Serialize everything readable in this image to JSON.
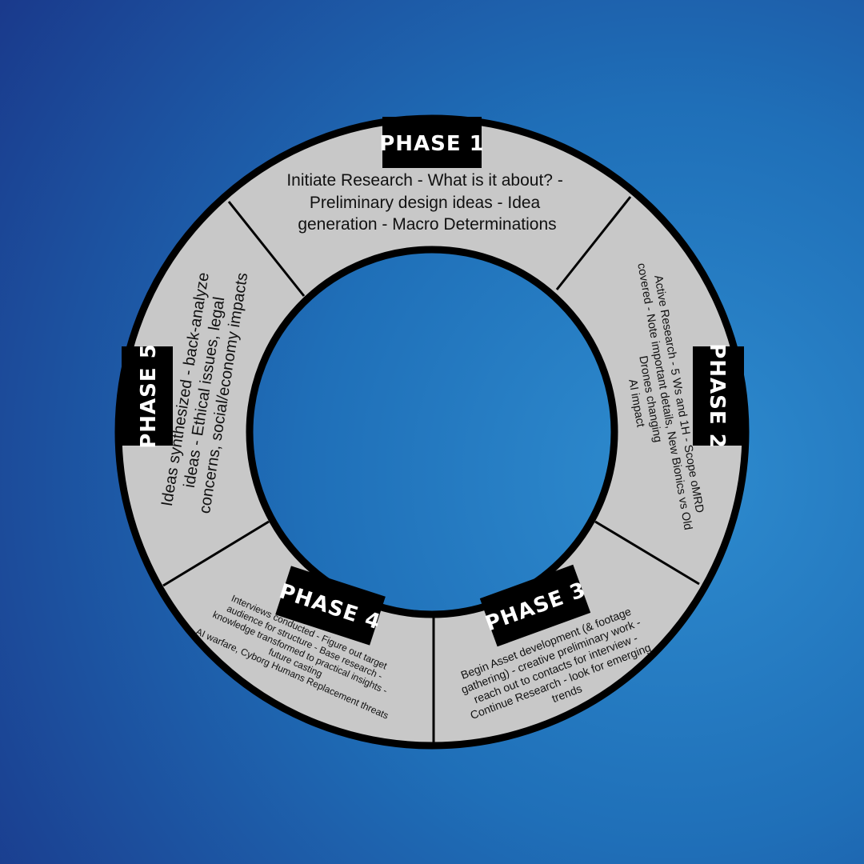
{
  "diagram": {
    "colors": {
      "background_top_left": "#1a3a8c",
      "background_center": "#1f6fb8",
      "background_right": "#2e8ccf",
      "ring_fill": "#c8c8c8",
      "ring_stroke": "#000000",
      "label_box": "#000000",
      "label_text": "#ffffff"
    },
    "phases": [
      {
        "label": "PHASE 1",
        "description": [
          "Initiate Research - What is it about? -",
          "Preliminary design ideas - Idea",
          "generation - Macro Determinations"
        ]
      },
      {
        "label": "PHASE 2",
        "description": [
          "Active Research - 5 Ws and 1H - Scope oMRD",
          "covered - Note important details, New Bionics vs Old",
          "Drones changing",
          "AI impact"
        ]
      },
      {
        "label": "PHASE 3",
        "description": [
          "Begin Asset development (& footage",
          "gathering) - creative preliminary work -",
          "reach out to contacts for interview -",
          "Continue Research - look for emerging",
          "trends"
        ]
      },
      {
        "label": "PHASE 4",
        "description": [
          "Interviews conducted - Figure out  target",
          "audience for structure - Base research -",
          "knowledge transformed to practical insights -",
          "future casting",
          "AI warfare, Cyborg Humans Replacement threats"
        ]
      },
      {
        "label": "PHASE 5",
        "description": [
          "Ideas synthesized - back-analyze",
          "ideas - Ethical issues, legal",
          "concerns, social/economy impacts"
        ]
      }
    ]
  }
}
